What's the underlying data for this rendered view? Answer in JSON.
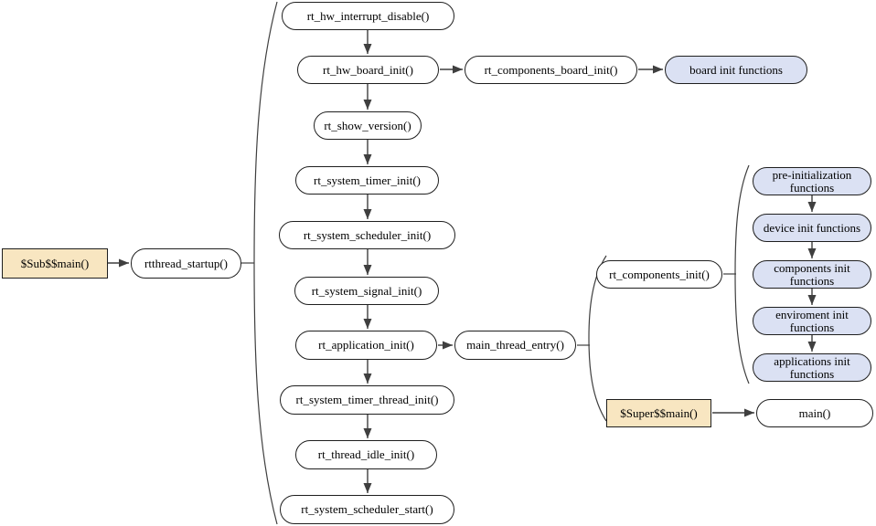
{
  "colors": {
    "canvas_bg": "#ffffff",
    "node_fill": "#ffffff",
    "node_border": "#1f1f1f",
    "group_node_fill": "#dbe1f3",
    "entry_node_fill": "#f8e6c1",
    "connector": "#3f3f3f",
    "text": "#000000"
  },
  "nodes": {
    "sub_main": "$Sub$$main()",
    "rtthread_startup": "rtthread_startup()",
    "hw_interrupt_disable": "rt_hw_interrupt_disable()",
    "hw_board_init": "rt_hw_board_init()",
    "components_board_init": "rt_components_board_init()",
    "board_init_functions": "board init functions",
    "show_version": "rt_show_version()",
    "system_timer_init": "rt_system_timer_init()",
    "system_scheduler_init": "rt_system_scheduler_init()",
    "system_signal_init": "rt_system_signal_init()",
    "application_init": "rt_application_init()",
    "main_thread_entry": "main_thread_entry()",
    "system_timer_thread_init": "rt_system_timer_thread_init()",
    "thread_idle_init": "rt_thread_idle_init()",
    "system_scheduler_start": "rt_system_scheduler_start()",
    "components_init": "rt_components_init()",
    "pre_initialization_functions": "pre-initialization functions",
    "device_init_functions": "device init functions",
    "components_init_functions": "components init functions",
    "enviroment_init_functions": "enviroment init functions",
    "applications_init_functions": "applications init functions",
    "super_main": "$Super$$main()",
    "main": "main()"
  }
}
